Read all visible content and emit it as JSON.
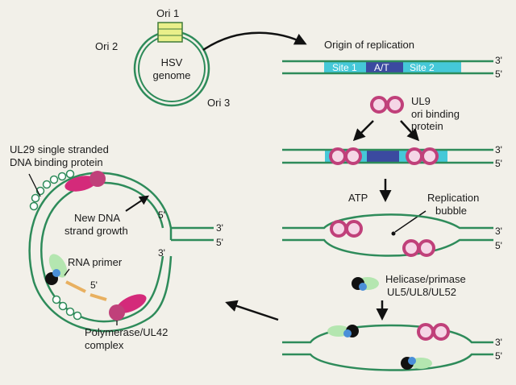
{
  "colors": {
    "background": "#f2f0e9",
    "strand": "#2e8b5a",
    "site": "#45c8d8",
    "at_box": "#3b4aa0",
    "ul9_protein": "#c0407a",
    "ul9_fill": "#f5d6e6",
    "polymerase": "#d42a7a",
    "helicase_dark": "#111111",
    "helicase_blue": "#4a8fd8",
    "helicase_green": "#b4e6b0",
    "primer": "#e8b060",
    "ssb_circles": "#ffffff",
    "ori_box": "#e9ef8a"
  },
  "genome": {
    "ori1": "Ori 1",
    "ori2": "Ori 2",
    "ori3": "Ori 3",
    "name_line1": "HSV",
    "name_line2": "genome"
  },
  "origin": {
    "title": "Origin of replication",
    "site1": "Site 1",
    "at": "A/T",
    "site2": "Site 2"
  },
  "ul9": {
    "line1": "UL9",
    "line2": "ori binding",
    "line3": "protein"
  },
  "bubble": {
    "atp": "ATP",
    "line1": "Replication",
    "line2": "bubble"
  },
  "helicase": {
    "line1": "Helicase/primase",
    "line2": "UL5/UL8/UL52"
  },
  "fork": {
    "ssb_line1": "UL29 single stranded",
    "ssb_line2": "DNA binding protein",
    "growth_line1": "New DNA",
    "growth_line2": "strand growth",
    "primer": "RNA primer",
    "pol_line1": "Polymerase/UL42",
    "pol_line2": "complex",
    "five_inner": "5'",
    "three_inner": "3'",
    "five_primer": "5'"
  },
  "ends": {
    "three": "3'",
    "five": "5'"
  }
}
